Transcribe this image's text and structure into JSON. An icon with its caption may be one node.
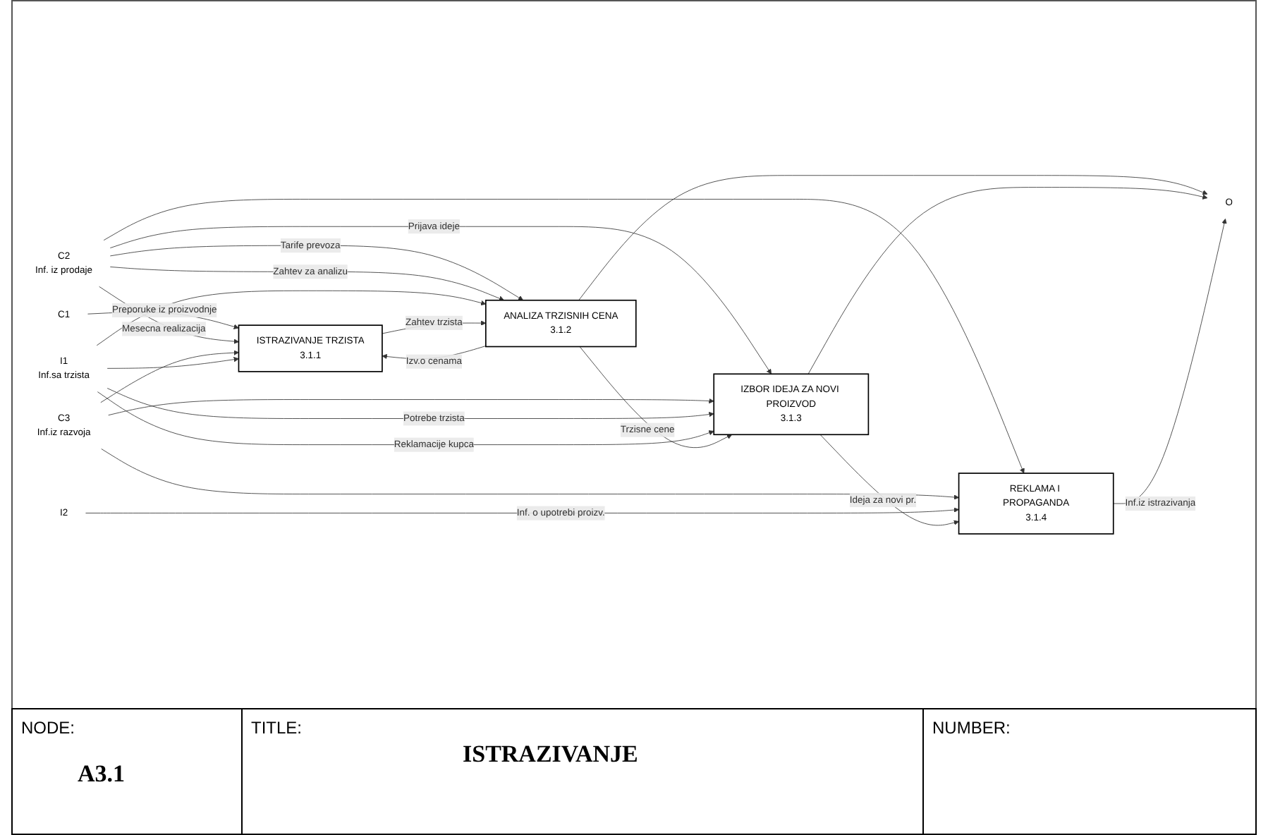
{
  "diagram": {
    "title": "ISTRAZIVANJE",
    "nodes": [
      {
        "text": [
          "C1"
        ]
      },
      {
        "text": [
          "C2"
        ],
        "beside": [
          "Inf. iz prodaje"
        ]
      },
      {
        "text": [
          "C3"
        ],
        "beside": [
          "Inf.iz razvoja"
        ]
      },
      {
        "text": [
          "ISTRAZIVANJE TRZISTA",
          "3.1.1"
        ]
      },
      {
        "text": [
          "ANALIZA TRZISNIH CENA",
          "3.1.2"
        ]
      },
      {
        "text": [
          "IZBOR IDEJA ZA NOVI PROIZVOD",
          "3.1.3"
        ]
      },
      {
        "text": [
          "REKLAMA I PROPAGANDA",
          "3.1.4"
        ]
      },
      {
        "text": [
          "I1"
        ],
        "beside": [
          "Inf.sa trzista"
        ]
      },
      {
        "text": [
          "I2"
        ]
      },
      {
        "text": [
          "O"
        ]
      }
    ],
    "edges": [
      {
        "from": 0,
        "to": 3,
        "arrow": "to",
        "label": "Preporuke iz proizvodnje"
      },
      {
        "from": 1,
        "to": 3,
        "arrow": "to",
        "label": "Mesecna realizacija"
      },
      {
        "from": 1,
        "to": 4,
        "arrow": "to",
        "label": "Tarife prevoza"
      },
      {
        "from": 1,
        "to": 4,
        "arrow": "to",
        "label": "Zahtev za analizu"
      },
      {
        "from": 1,
        "to": 5,
        "arrow": "to",
        "label": "Prijava ideje"
      },
      {
        "from": 1,
        "to": 6,
        "arrow": "to"
      },
      {
        "from": 2,
        "to": 3,
        "arrow": "to"
      },
      {
        "from": 2,
        "to": 5,
        "arrow": "to"
      },
      {
        "from": 2,
        "to": 6,
        "arrow": "to"
      },
      {
        "from": 7,
        "to": 3,
        "arrow": "to"
      },
      {
        "from": 7,
        "to": 4,
        "arrow": "to"
      },
      {
        "from": 7,
        "to": 5,
        "arrow": "to",
        "label": "Potrebe trzista"
      },
      {
        "from": 7,
        "to": 5,
        "arrow": "to",
        "label": "Reklamacije kupca"
      },
      {
        "from": 8,
        "to": 6,
        "arrow": "to",
        "label": "Inf. o upotrebi proizv."
      },
      {
        "from": 3,
        "to": 4,
        "arrow": "to",
        "label": "Zahtev trzista"
      },
      {
        "from": 4,
        "to": 3,
        "arrow": "to",
        "label": "Izv.o cenama"
      },
      {
        "from": 4,
        "to": 5,
        "arrow": "to",
        "label": "Trzisne cene"
      },
      {
        "from": 4,
        "to": 9,
        "arrow": "to"
      },
      {
        "from": 5,
        "to": 6,
        "arrow": "to",
        "label": "Ideja za novi pr."
      },
      {
        "from": 5,
        "to": 9,
        "arrow": "to"
      },
      {
        "from": 6,
        "to": 9,
        "arrow": "to",
        "label": "Inf.iz istrazivanja"
      }
    ],
    "labels": [
      "NODE:",
      "A3.1",
      "TITLE:",
      "NUMBER:"
    ]
  }
}
